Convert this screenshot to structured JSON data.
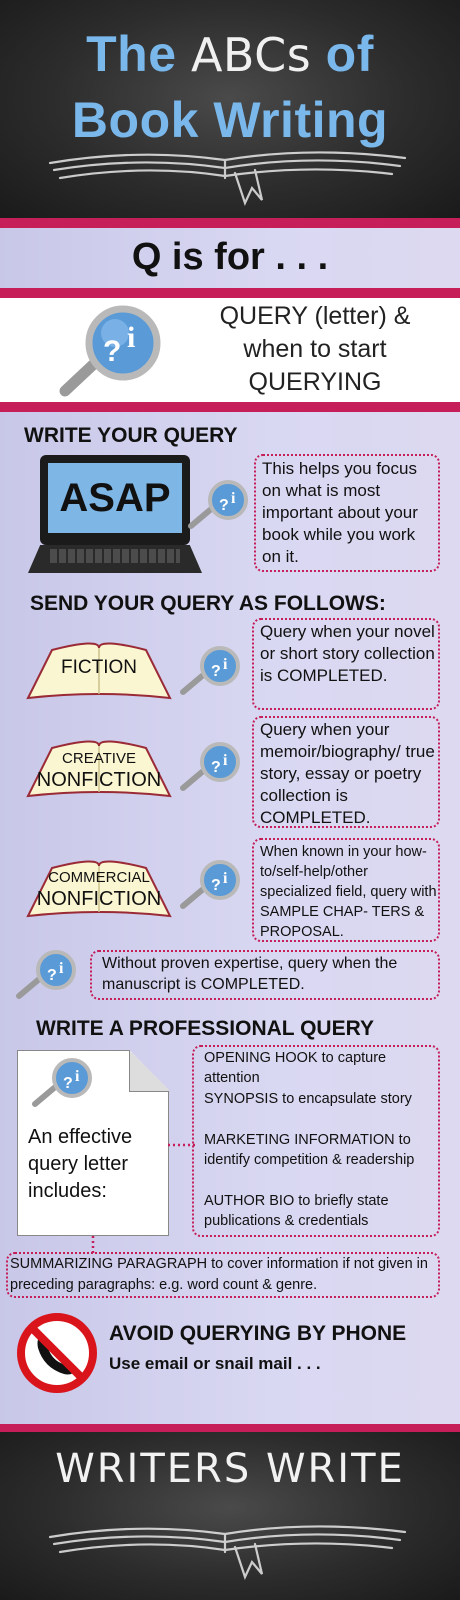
{
  "header": {
    "title_line1_prefix": "The",
    "title_line1_chalk": "ABCs",
    "title_line1_suffix": "of",
    "title_line2": "Book Writing"
  },
  "section_q": {
    "heading": "Q is for . . .",
    "topic_line1": "QUERY (letter) &",
    "topic_line2": "when to start",
    "topic_line3": "QUERYING",
    "icon_letters": "?i"
  },
  "write_query": {
    "heading": "WRITE YOUR QUERY",
    "laptop_text": "ASAP",
    "note": "This helps you focus on what is most important about your book while you work on it."
  },
  "send_query": {
    "heading": "SEND YOUR QUERY AS FOLLOWS:",
    "items": [
      {
        "book_line1": "FICTION",
        "book_line2": "",
        "note": "Query when your novel or short story collection is COMPLETED."
      },
      {
        "book_line1": "CREATIVE",
        "book_line2": "NONFICTION",
        "note": "Query when your memoir/biography/ true story, essay or poetry collection is COMPLETED."
      },
      {
        "book_line1": "COMMERCIAL",
        "book_line2": "NONFICTION",
        "note": "When known in your how-to/self-help/other specialized field, query with SAMPLE CHAP- TERS & PROPOSAL."
      }
    ],
    "without_expertise": "Without proven expertise, query when the manuscript is COMPLETED."
  },
  "professional": {
    "heading": "WRITE A PROFESSIONAL QUERY",
    "doc_text": "An effective query letter includes:",
    "components": [
      "OPENING HOOK to capture attention",
      "SYNOPSIS to encapsulate story",
      "MARKETING INFORMATION to identify competition & readership",
      "AUTHOR BIO to briefly state publications & credentials"
    ],
    "summary": "SUMMARIZING PARAGRAPH to cover information if not given in preceding paragraphs: e.g. word count & genre."
  },
  "avoid": {
    "heading": "AVOID QUERYING BY PHONE",
    "sub": "Use email or snail mail . . ."
  },
  "footer": {
    "text": "WRITERS WRITE"
  },
  "colors": {
    "accent_pink": "#c51e58",
    "title_blue": "#7ab8ec",
    "lavender": "#d4d3ee",
    "ban_red": "#d9141b"
  }
}
